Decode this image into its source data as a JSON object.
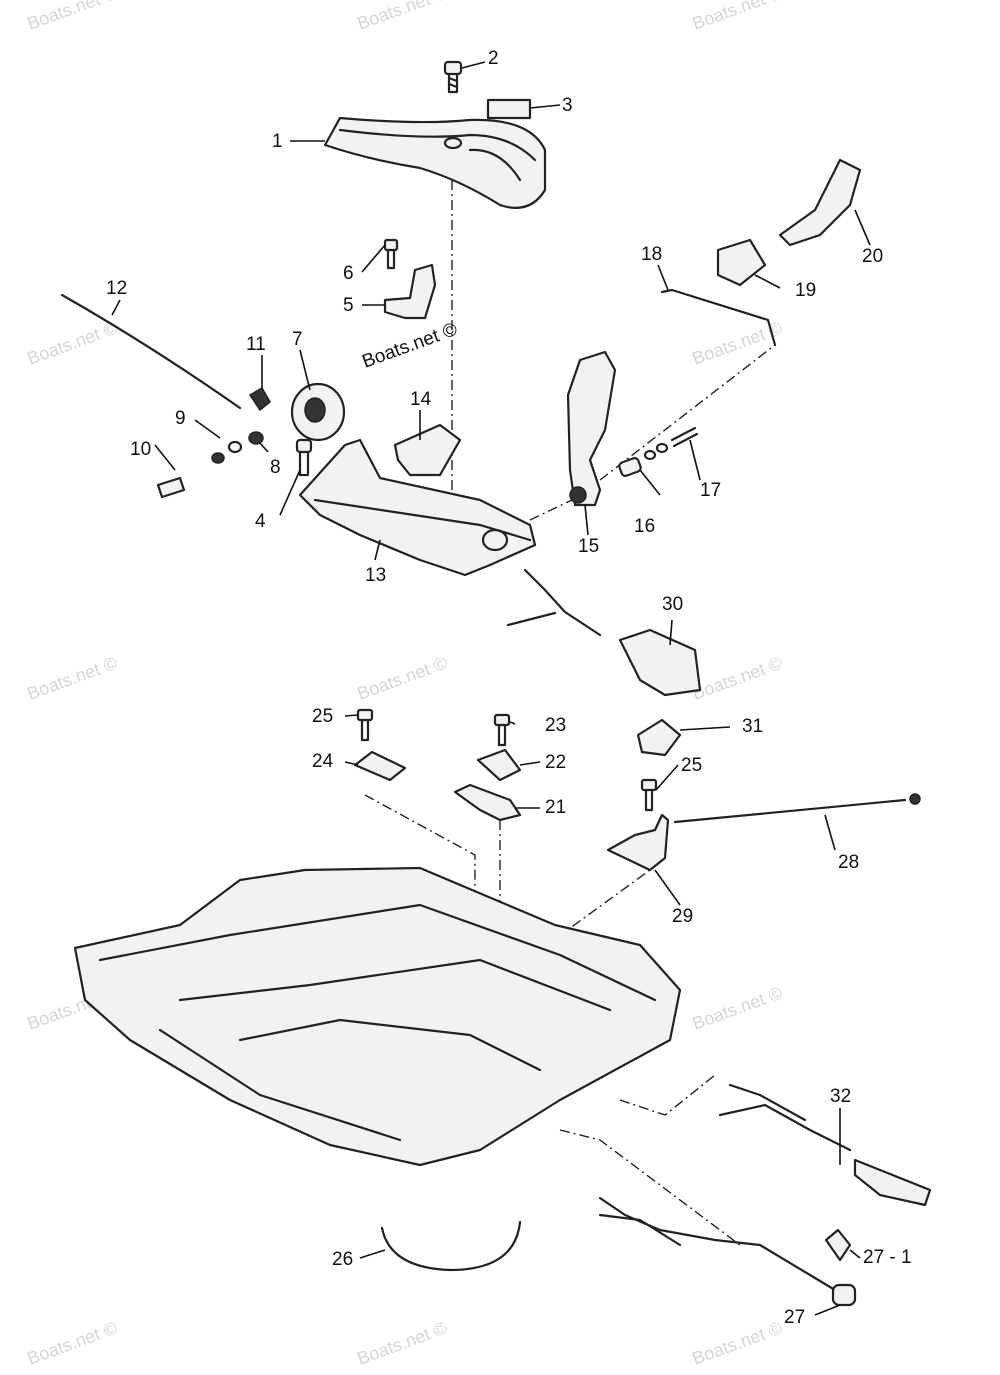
{
  "watermark_text": "Boats.net ©",
  "brand_label": "Boats.net ©",
  "callouts": {
    "c1": "1",
    "c2": "2",
    "c3": "3",
    "c4": "4",
    "c5": "5",
    "c6": "6",
    "c7": "7",
    "c8": "8",
    "c9": "9",
    "c10": "10",
    "c11": "11",
    "c12": "12",
    "c13": "13",
    "c14": "14",
    "c15": "15",
    "c16": "16",
    "c17": "17",
    "c18": "18",
    "c19": "19",
    "c20": "20",
    "c21": "21",
    "c22": "22",
    "c23": "23",
    "c24": "24",
    "c25a": "25",
    "c25b": "25",
    "c26": "26",
    "c27": "27",
    "c27_1": "27 - 1",
    "c28": "28",
    "c29": "29",
    "c30": "30",
    "c31": "31",
    "c32": "32"
  }
}
